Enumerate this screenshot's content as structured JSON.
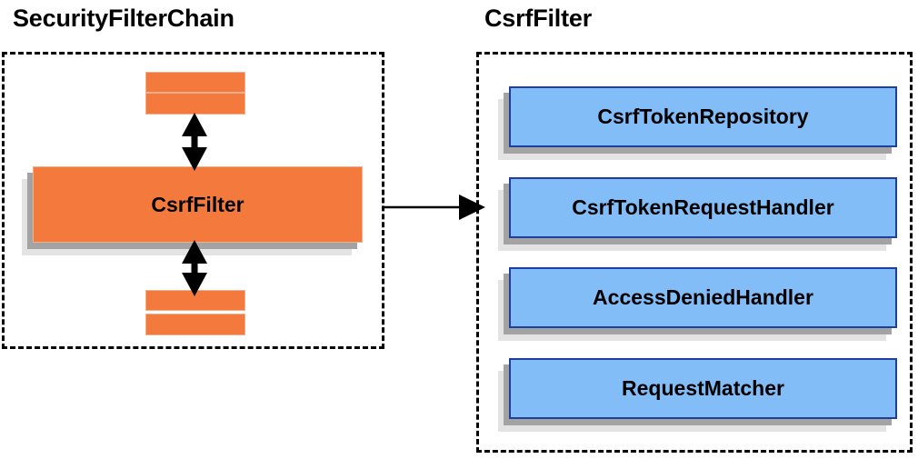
{
  "diagram": {
    "type": "component-relationship-diagram",
    "background_color": "#ffffff",
    "panels": [
      {
        "id": "security-filter-chain",
        "title": "SecurityFilterChain",
        "border_style": "dashed",
        "border_color": "#000000"
      },
      {
        "id": "csrf-filter",
        "title": "CsrfFilter",
        "border_style": "dashed",
        "border_color": "#000000"
      }
    ]
  },
  "left_panel": {
    "title": "SecurityFilterChain",
    "highlighted_filter": {
      "label": "CsrfFilter",
      "fill_color": "#f4793c",
      "text_color": "#000000"
    },
    "filters_above": [
      {
        "label": "",
        "fill_color": "#f4793c"
      },
      {
        "label": "",
        "fill_color": "#f4793c"
      }
    ],
    "filters_below": [
      {
        "label": "",
        "fill_color": "#f4793c"
      },
      {
        "label": "",
        "fill_color": "#f4793c"
      }
    ],
    "connectors": [
      {
        "from": "filters-above",
        "to": "CsrfFilter",
        "style": "double-arrow-vertical"
      },
      {
        "from": "CsrfFilter",
        "to": "filters-below",
        "style": "double-arrow-vertical"
      }
    ]
  },
  "right_panel": {
    "title": "CsrfFilter",
    "collaborators": [
      {
        "label": "CsrfTokenRepository",
        "fill_color": "#82bdf7",
        "border_color": "#1d3f9e"
      },
      {
        "label": "CsrfTokenRequestHandler",
        "fill_color": "#82bdf7",
        "border_color": "#1d3f9e"
      },
      {
        "label": "AccessDeniedHandler",
        "fill_color": "#82bdf7",
        "border_color": "#1d3f9e"
      },
      {
        "label": "RequestMatcher",
        "fill_color": "#82bdf7",
        "border_color": "#1d3f9e"
      }
    ]
  },
  "cross_panel_connector": {
    "from": "SecurityFilterChain.CsrfFilter",
    "to": "CsrfFilter panel",
    "style": "single-arrow-right",
    "color": "#000000"
  },
  "colors": {
    "orange_fill": "#f4793c",
    "orange_border": "#f0b08d",
    "blue_fill": "#82bdf7",
    "blue_border": "#1d3f9e",
    "shadow_dark": "#a3a3a3",
    "shadow_light": "#e3e3e3",
    "line": "#000000"
  }
}
